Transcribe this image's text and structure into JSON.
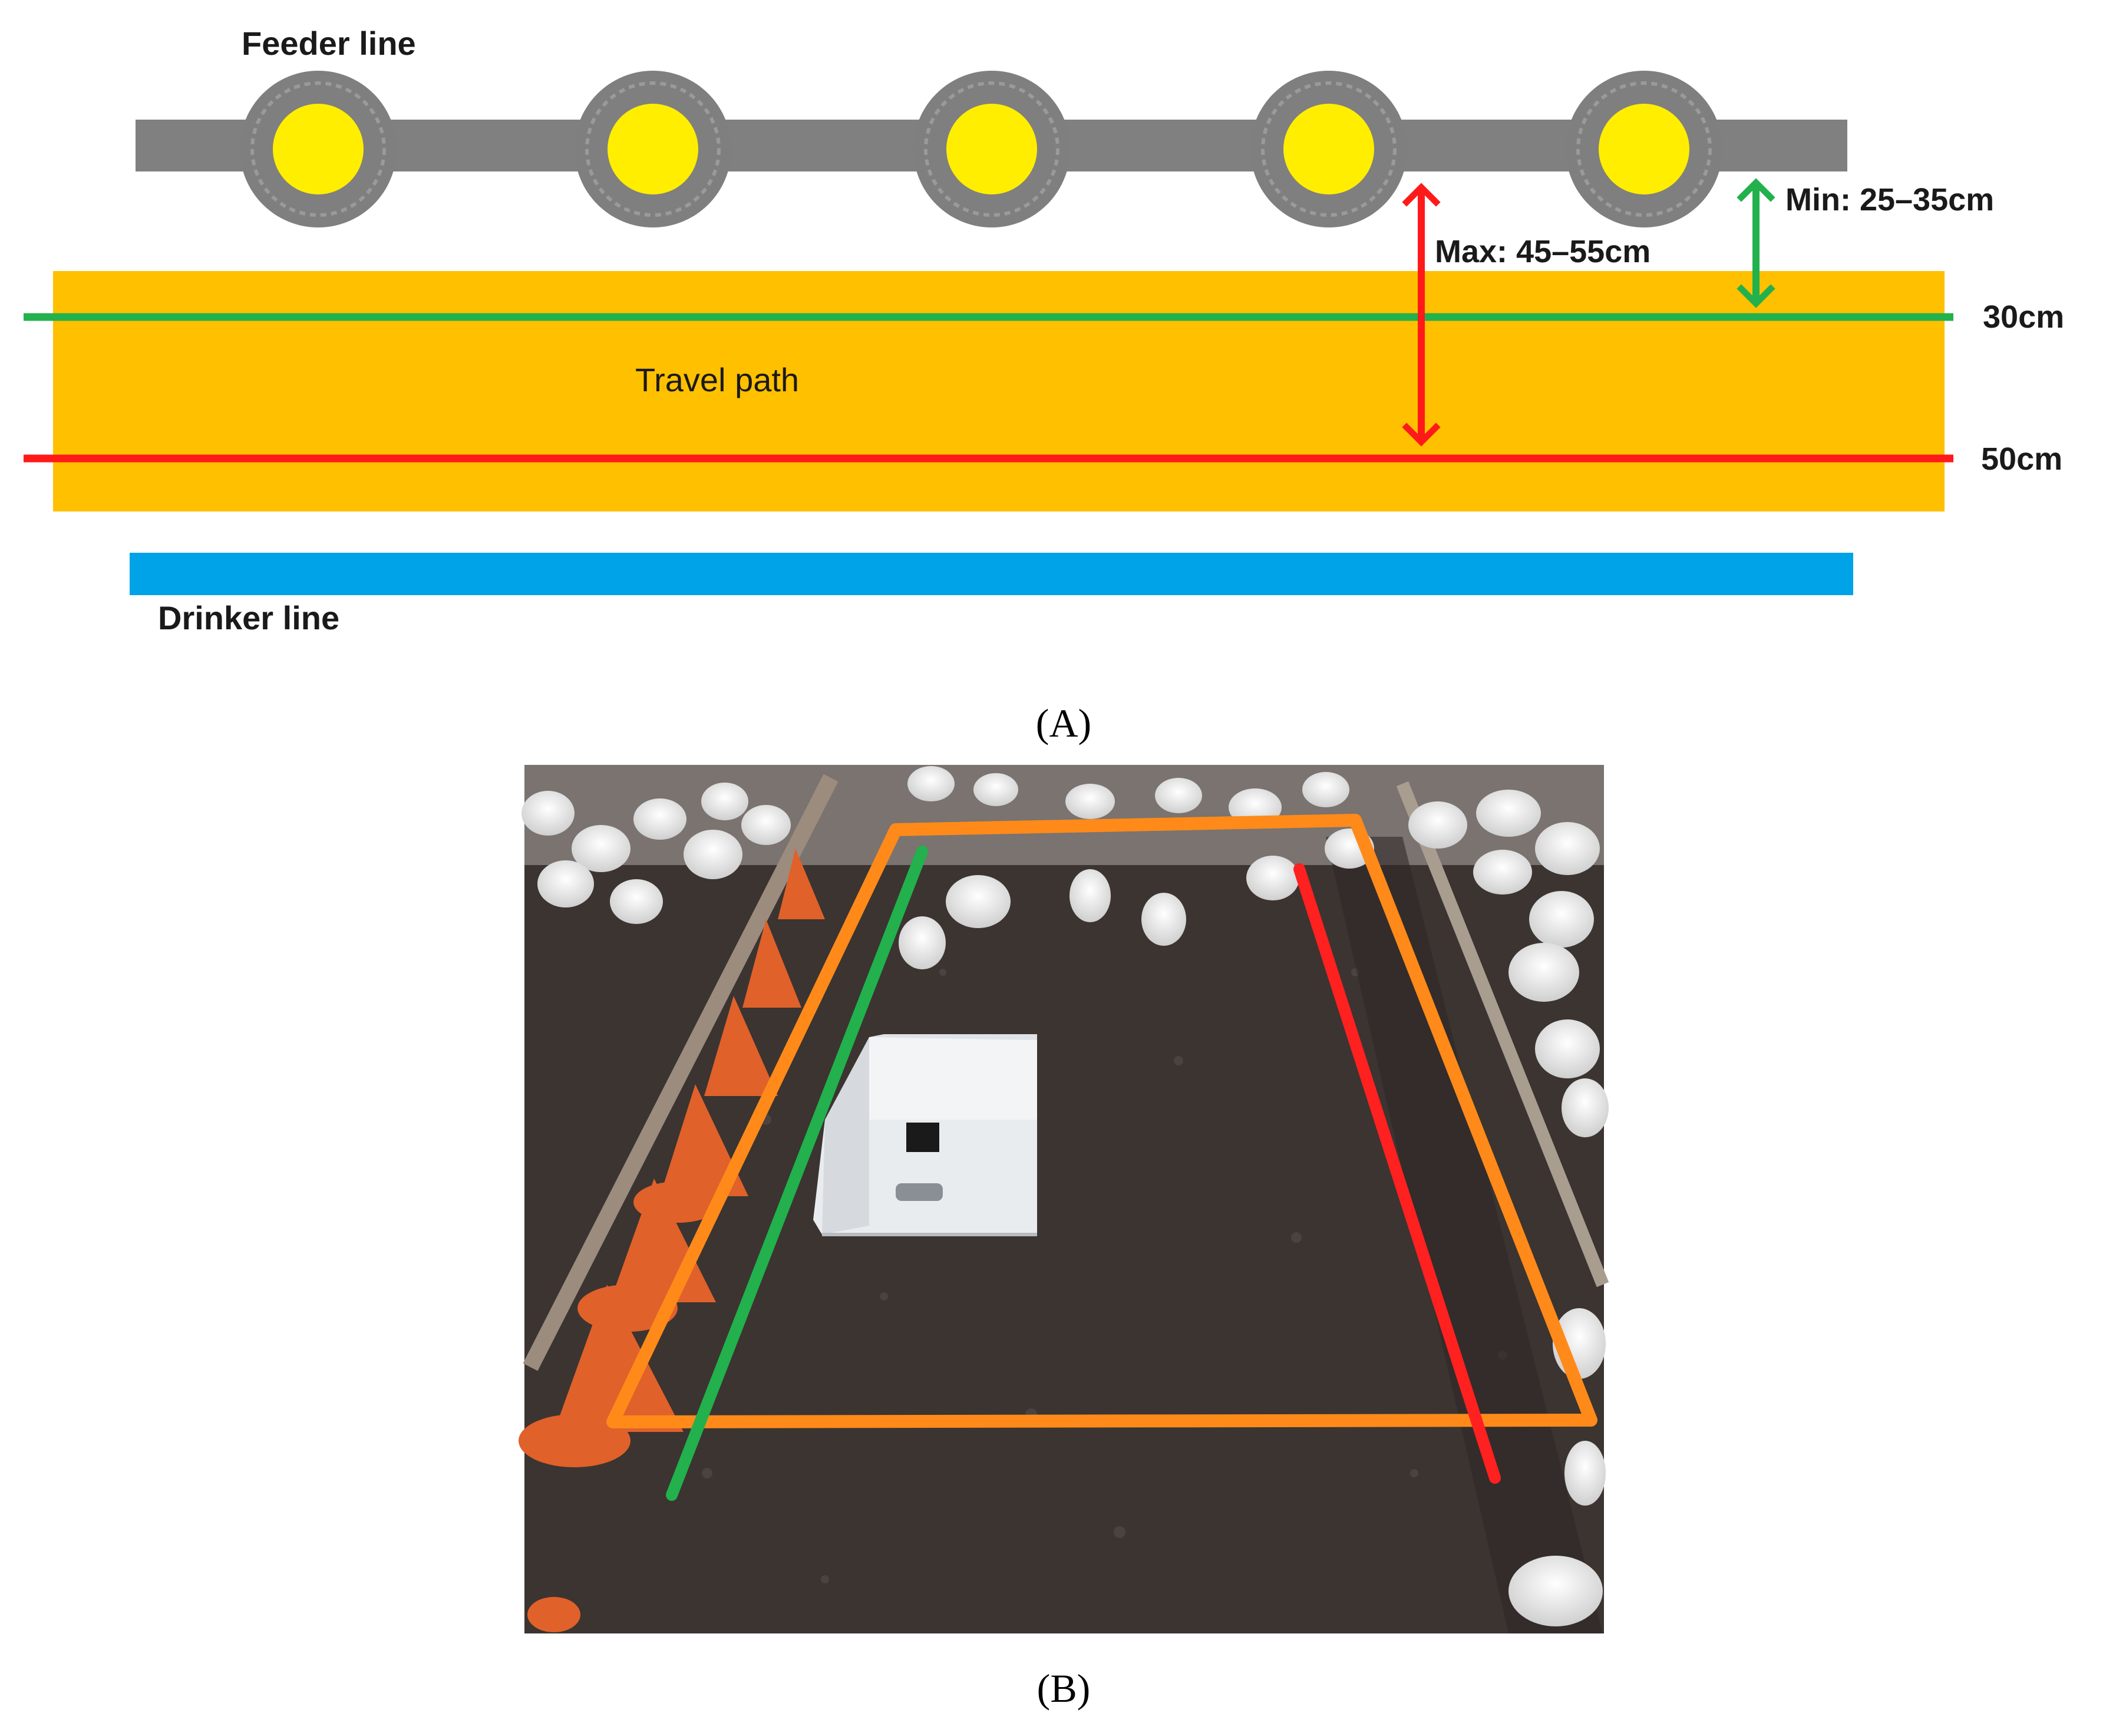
{
  "panel_a": {
    "feeder_label": "Feeder line",
    "travel_path_label": "Travel path",
    "drinker_label": "Drinker line",
    "max_label": "Max: 45–55cm",
    "min_label": "Min: 25–35cm",
    "green_line_label": "30cm",
    "red_line_label": "50cm",
    "caption": "(A)",
    "colors": {
      "feeder_bar": "#808080",
      "feeder_pan": "#7f7f7f",
      "feeder_center": "#ffee00",
      "travel_path": "#ffc000",
      "green_line": "#22b14c",
      "red_line": "#ff1a1a",
      "drinker_line": "#00a2e8"
    }
  },
  "panel_b": {
    "caption": "(B)",
    "colors": {
      "floor": "#3b3431",
      "boundary": "#ff8a1a",
      "green_line": "#22b14c",
      "red_line": "#ff2020",
      "feeder_cone": "#e0612a",
      "robot": "#f2f4f6"
    }
  }
}
